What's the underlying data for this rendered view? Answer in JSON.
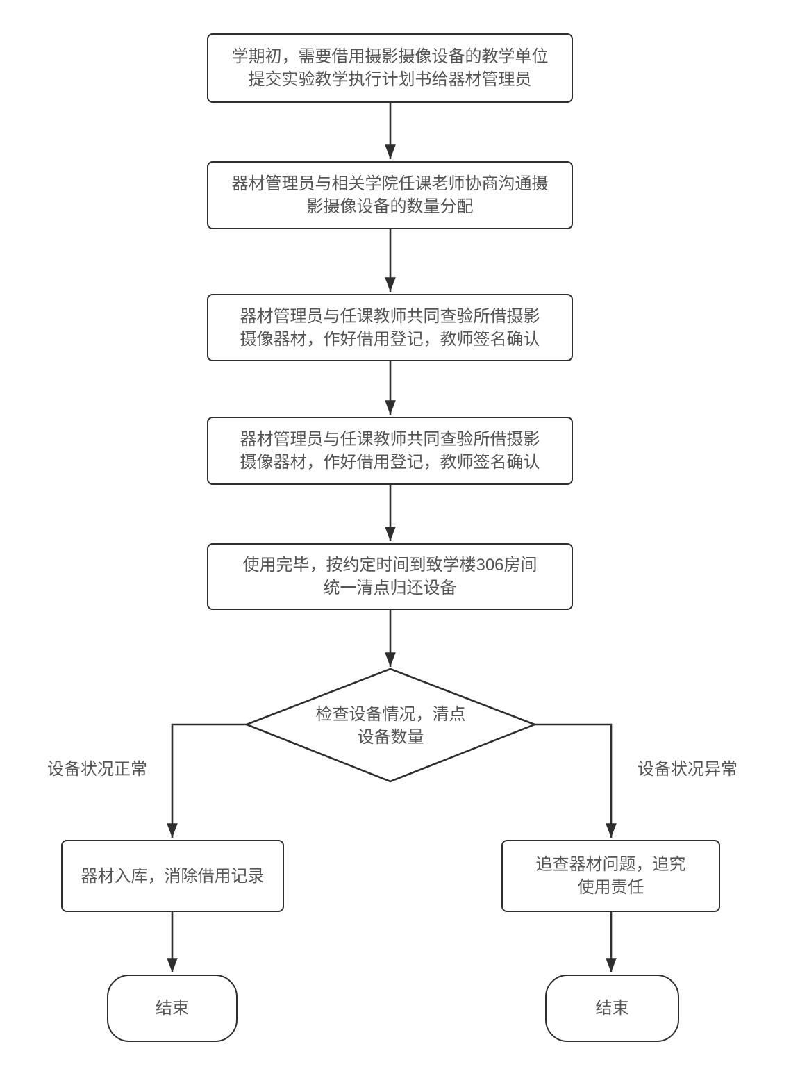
{
  "colors": {
    "line": "#2e2e2e",
    "node_border": "#2e2e2e",
    "text": "#555555",
    "background": "#ffffff"
  },
  "nodes": [
    {
      "id": "submit-plan",
      "type": "process",
      "lines": [
        "学期初，需要借用摄影摄像设备的教学单位",
        "提交实验教学执行计划书给器材管理员"
      ]
    },
    {
      "id": "negotiate-allocation",
      "type": "process",
      "lines": [
        "器材管理员与相关学院任课老师协商沟通摄",
        "影摄像设备的数量分配"
      ]
    },
    {
      "id": "inspect-register-1",
      "type": "process",
      "lines": [
        "器材管理员与任课教师共同查验所借摄影",
        "摄像器材，作好借用登记，教师签名确认"
      ]
    },
    {
      "id": "inspect-register-2",
      "type": "process",
      "lines": [
        "器材管理员与任课教师共同查验所借摄影",
        "摄像器材，作好借用登记，教师签名确认"
      ]
    },
    {
      "id": "return-equipment",
      "type": "process",
      "lines": [
        "使用完毕，按约定时间到致学楼306房间",
        "统一清点归还设备"
      ]
    },
    {
      "id": "check-equipment",
      "type": "decision",
      "lines": [
        "检查设备情况，清点",
        "设备数量"
      ]
    },
    {
      "id": "store-clear-record",
      "type": "process",
      "lines": [
        "器材入库，消除借用记录"
      ]
    },
    {
      "id": "investigate-responsibility",
      "type": "process",
      "lines": [
        "追查器材问题，追究",
        "使用责任"
      ]
    },
    {
      "id": "end-left",
      "type": "terminator",
      "lines": [
        "结束"
      ]
    },
    {
      "id": "end-right",
      "type": "terminator",
      "lines": [
        "结束"
      ]
    }
  ],
  "edge_labels": {
    "normal": "设备状况正常",
    "abnormal": "设备状况异常"
  }
}
